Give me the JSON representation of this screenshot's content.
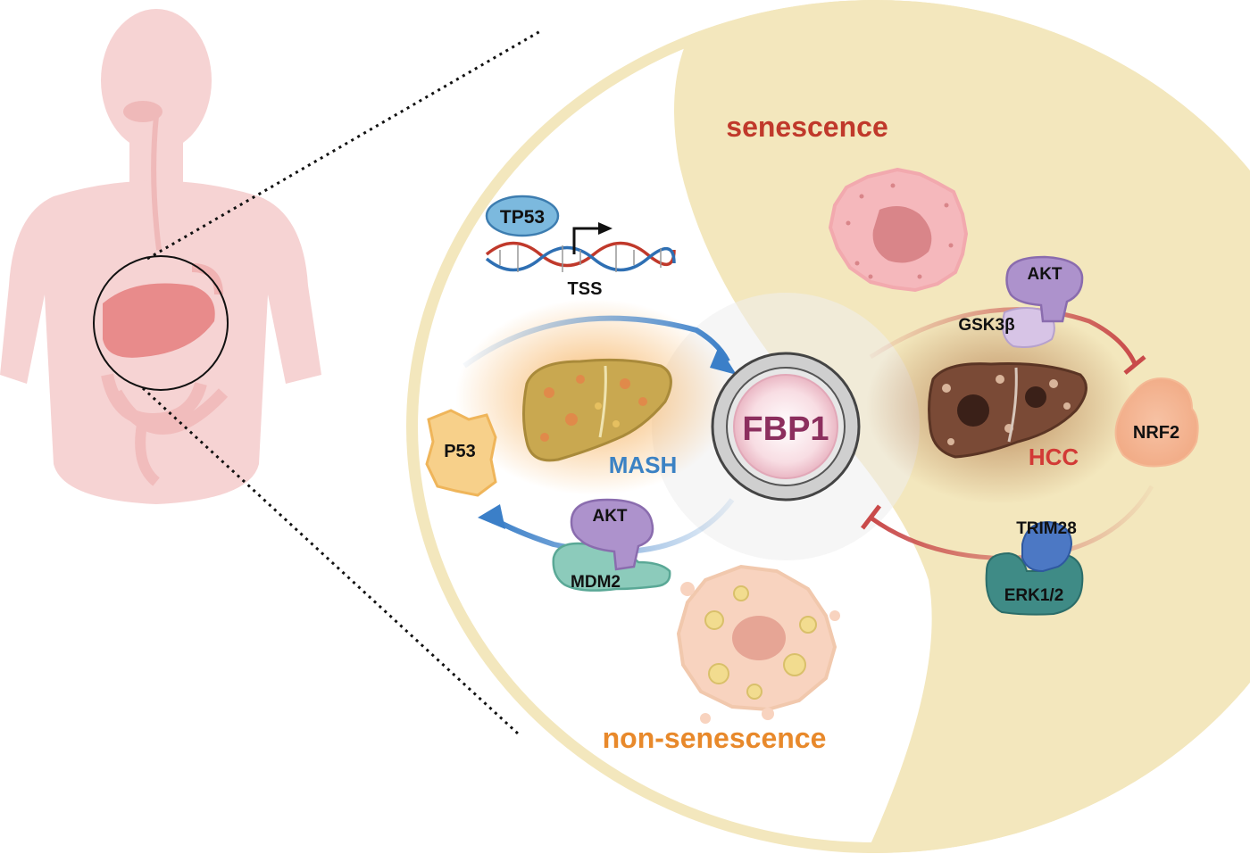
{
  "labels": {
    "senescence": "senescence",
    "non_senescence": "non-senescence",
    "tp53": "TP53",
    "tss": "TSS",
    "fbp1": "FBP1",
    "mash": "MASH",
    "hcc": "HCC",
    "p53": "P53",
    "akt_top": "AKT",
    "gsk3b": "GSK3β",
    "nrf2": "NRF2",
    "akt_bottom": "AKT",
    "mdm2": "MDM2",
    "trim28": "TRIM28",
    "erk12": "ERK1/2"
  },
  "colors": {
    "yin_yang": "#f3e7bd",
    "senescence_text": "#c0392b",
    "non_senescence_text": "#e8892b",
    "mash_text": "#3b82c4",
    "hcc_text": "#d23a36",
    "fbp1_text": "#8c2f5e",
    "blue_arrow": "#3b7fc8",
    "red_inhibit": "#c94a4a",
    "body": "#f6d3d3"
  }
}
